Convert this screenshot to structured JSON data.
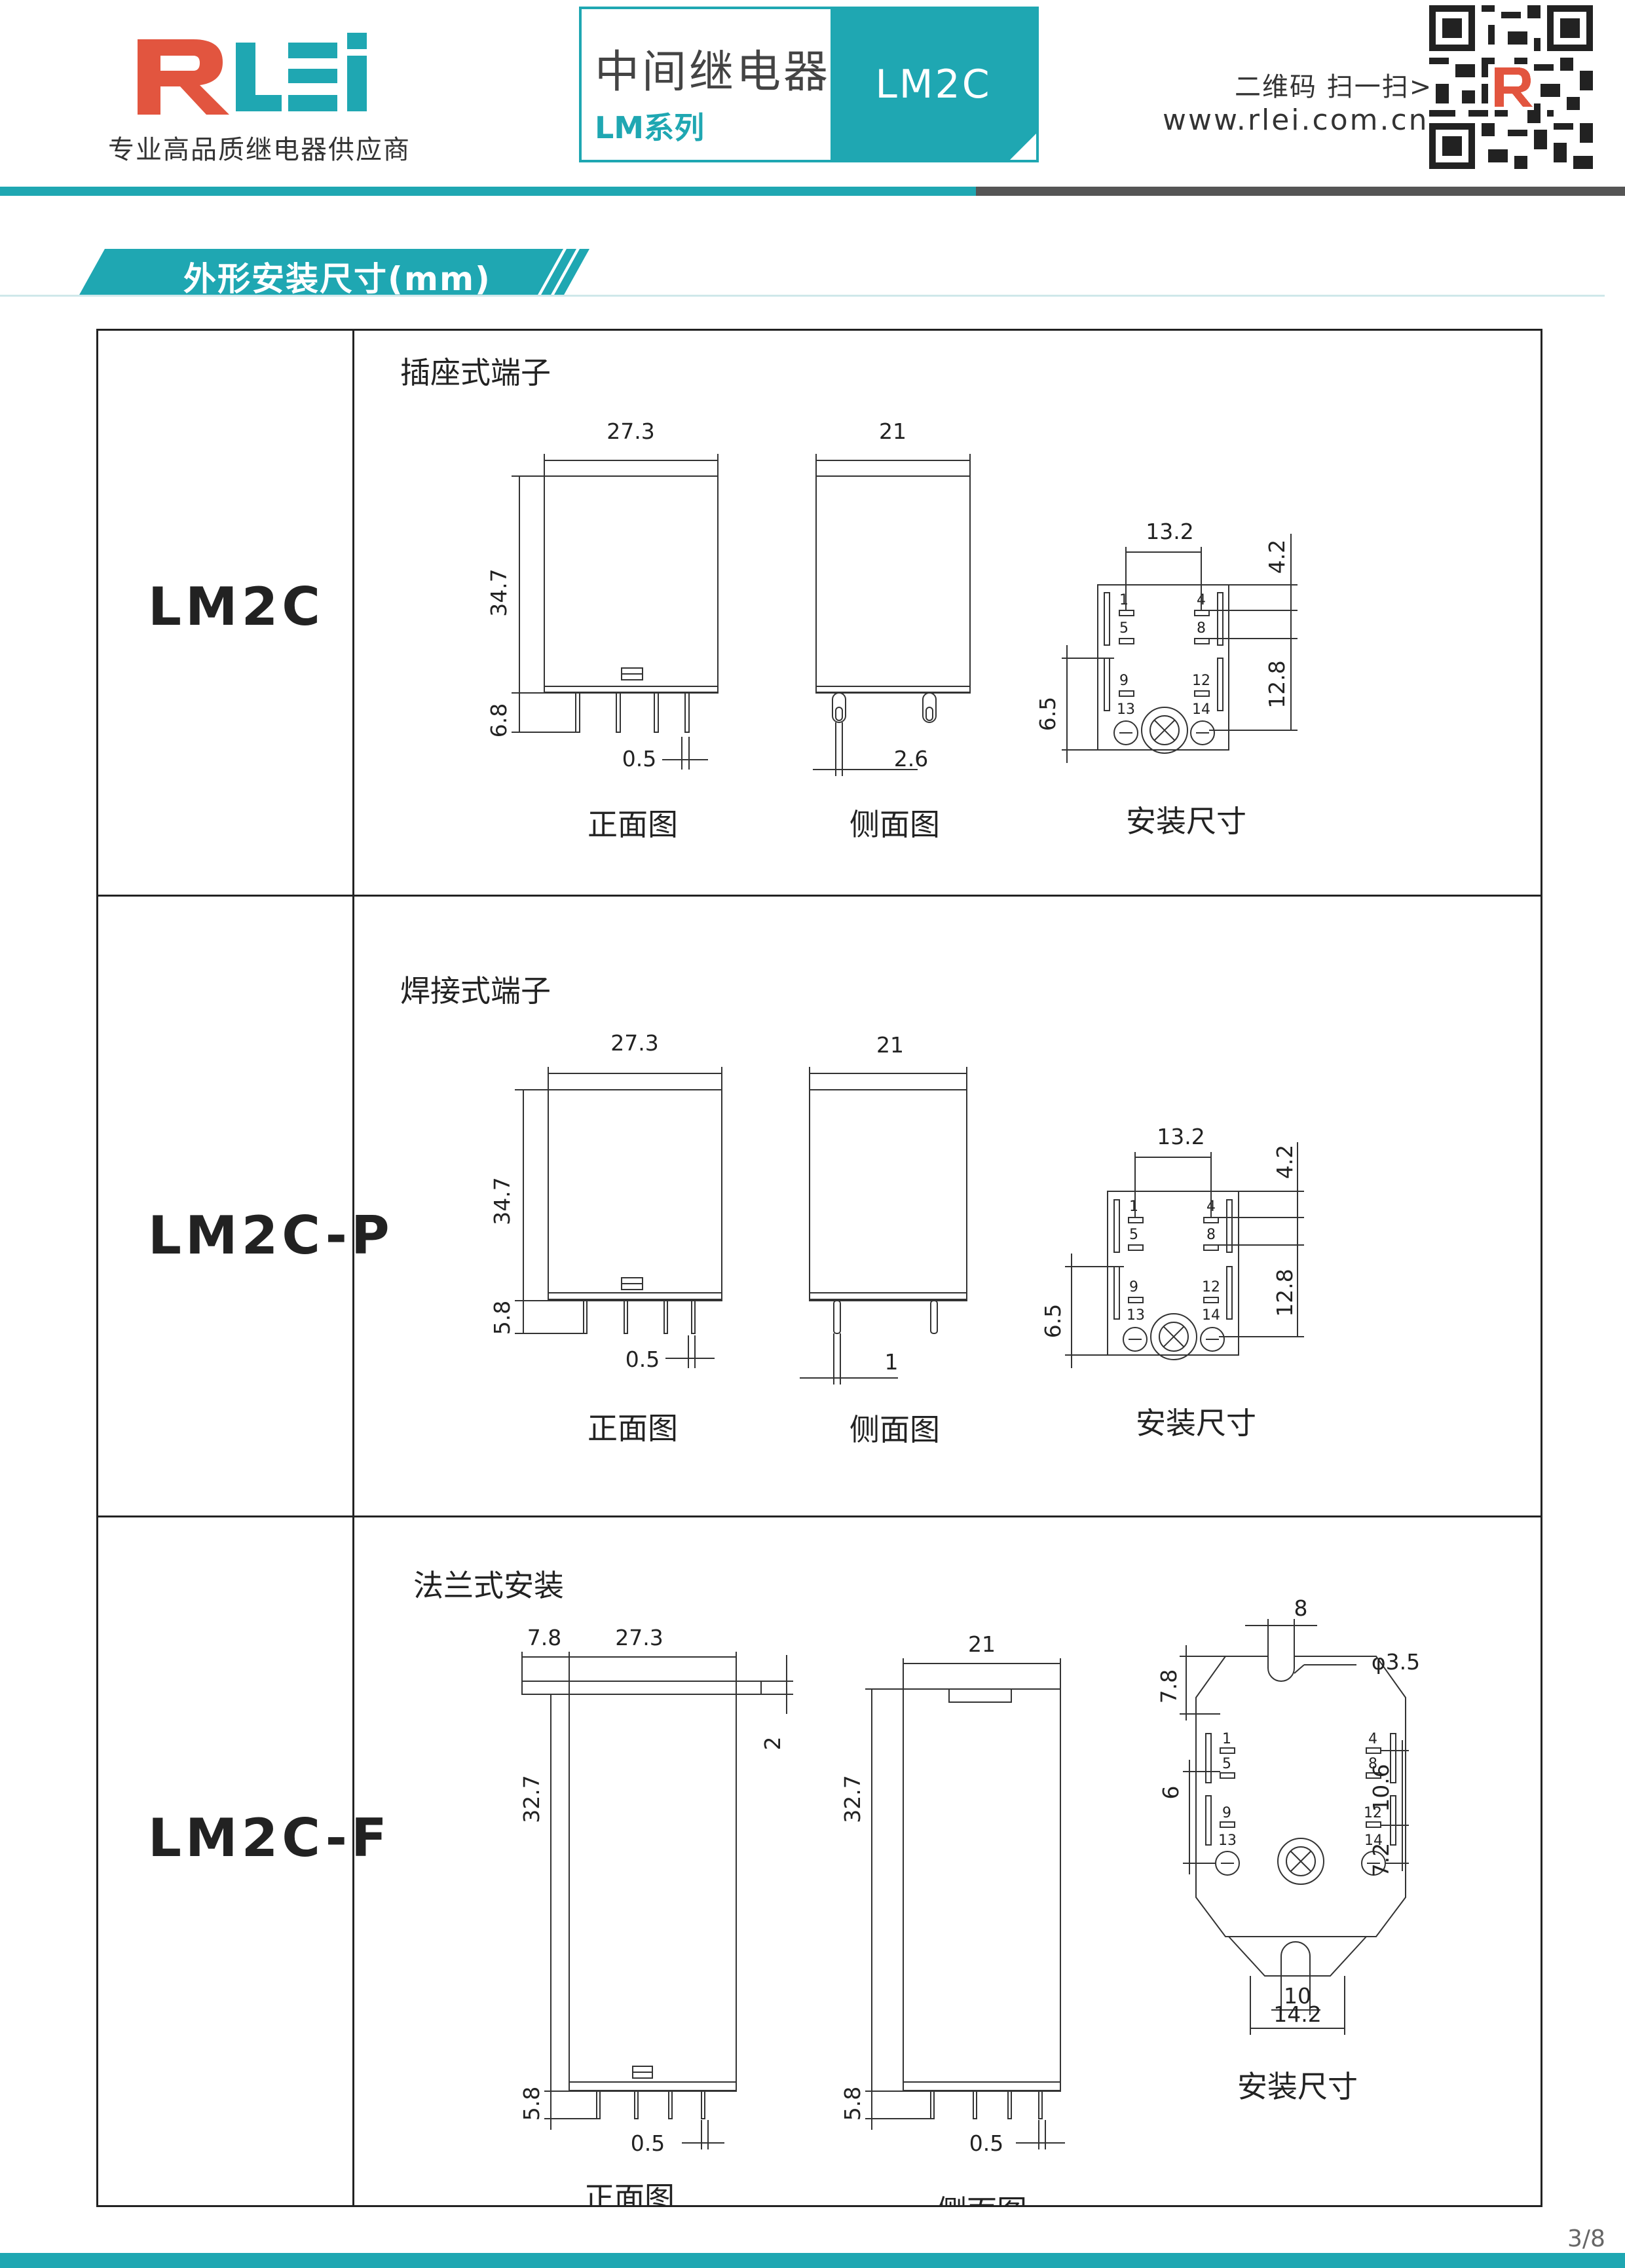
{
  "header": {
    "tagline": "专业高品质继电器供应商",
    "product_title": "中间继电器",
    "series": "LM系列",
    "model": "LM2C",
    "qr_prompt": "二维码 扫一扫>",
    "website": "www.rlei.com.cn"
  },
  "section": {
    "title": "外形安装尺寸(mm)"
  },
  "rows": [
    {
      "model": "LM2C",
      "terminal_type": "插座式端子",
      "front_label": "正面图",
      "side_label": "侧面图",
      "mount_label": "安装尺寸",
      "dims": {
        "width": "27.3",
        "depth": "21",
        "height": "34.7",
        "pin": "6.8",
        "pin_w": "0.5",
        "pin_side": "2.6",
        "m_w": "13.2",
        "m_top": "4.2",
        "m_left": "6.5",
        "m_right": "12.8"
      },
      "pins": {
        "p1": "1",
        "p4": "4",
        "p5": "5",
        "p8": "8",
        "p9": "9",
        "p12": "12",
        "p13": "13",
        "p14": "14"
      }
    },
    {
      "model": "LM2C-P",
      "terminal_type": "焊接式端子",
      "front_label": "正面图",
      "side_label": "侧面图",
      "mount_label": "安装尺寸",
      "dims": {
        "width": "27.3",
        "depth": "21",
        "height": "34.7",
        "pin": "5.8",
        "pin_w": "0.5",
        "pin_side": "1",
        "m_w": "13.2",
        "m_top": "4.2",
        "m_left": "6.5",
        "m_right": "12.8"
      },
      "pins": {
        "p1": "1",
        "p4": "4",
        "p5": "5",
        "p8": "8",
        "p9": "9",
        "p12": "12",
        "p13": "13",
        "p14": "14"
      }
    },
    {
      "model": "LM2C-F",
      "terminal_type": "法兰式安装",
      "front_label": "正面图",
      "side_label": "侧面图",
      "mount_label": "安装尺寸",
      "dims": {
        "flange": "7.8",
        "width": "27.3",
        "depth": "21",
        "height": "32.7",
        "side_height": "32.7",
        "thick": "2",
        "pin": "5.8",
        "side_pin": "5.8",
        "pin_w": "0.5",
        "side_pin_w": "0.5",
        "m_slot": "8",
        "m_hole": "φ3.5",
        "m_flange": "7.8",
        "m_left": "6",
        "m_r1": "10.6",
        "m_r2": "7.2",
        "m_b1": "10",
        "m_b2": "14.2"
      },
      "pins": {
        "p1": "1",
        "p4": "4",
        "p5": "5",
        "p8": "8",
        "p9": "9",
        "p12": "12",
        "p13": "13",
        "p14": "14"
      }
    }
  ],
  "footer": {
    "page": "3/8"
  },
  "colors": {
    "accent": "#1fa7b2",
    "logo_red": "#e2553f",
    "dark": "#555555"
  }
}
